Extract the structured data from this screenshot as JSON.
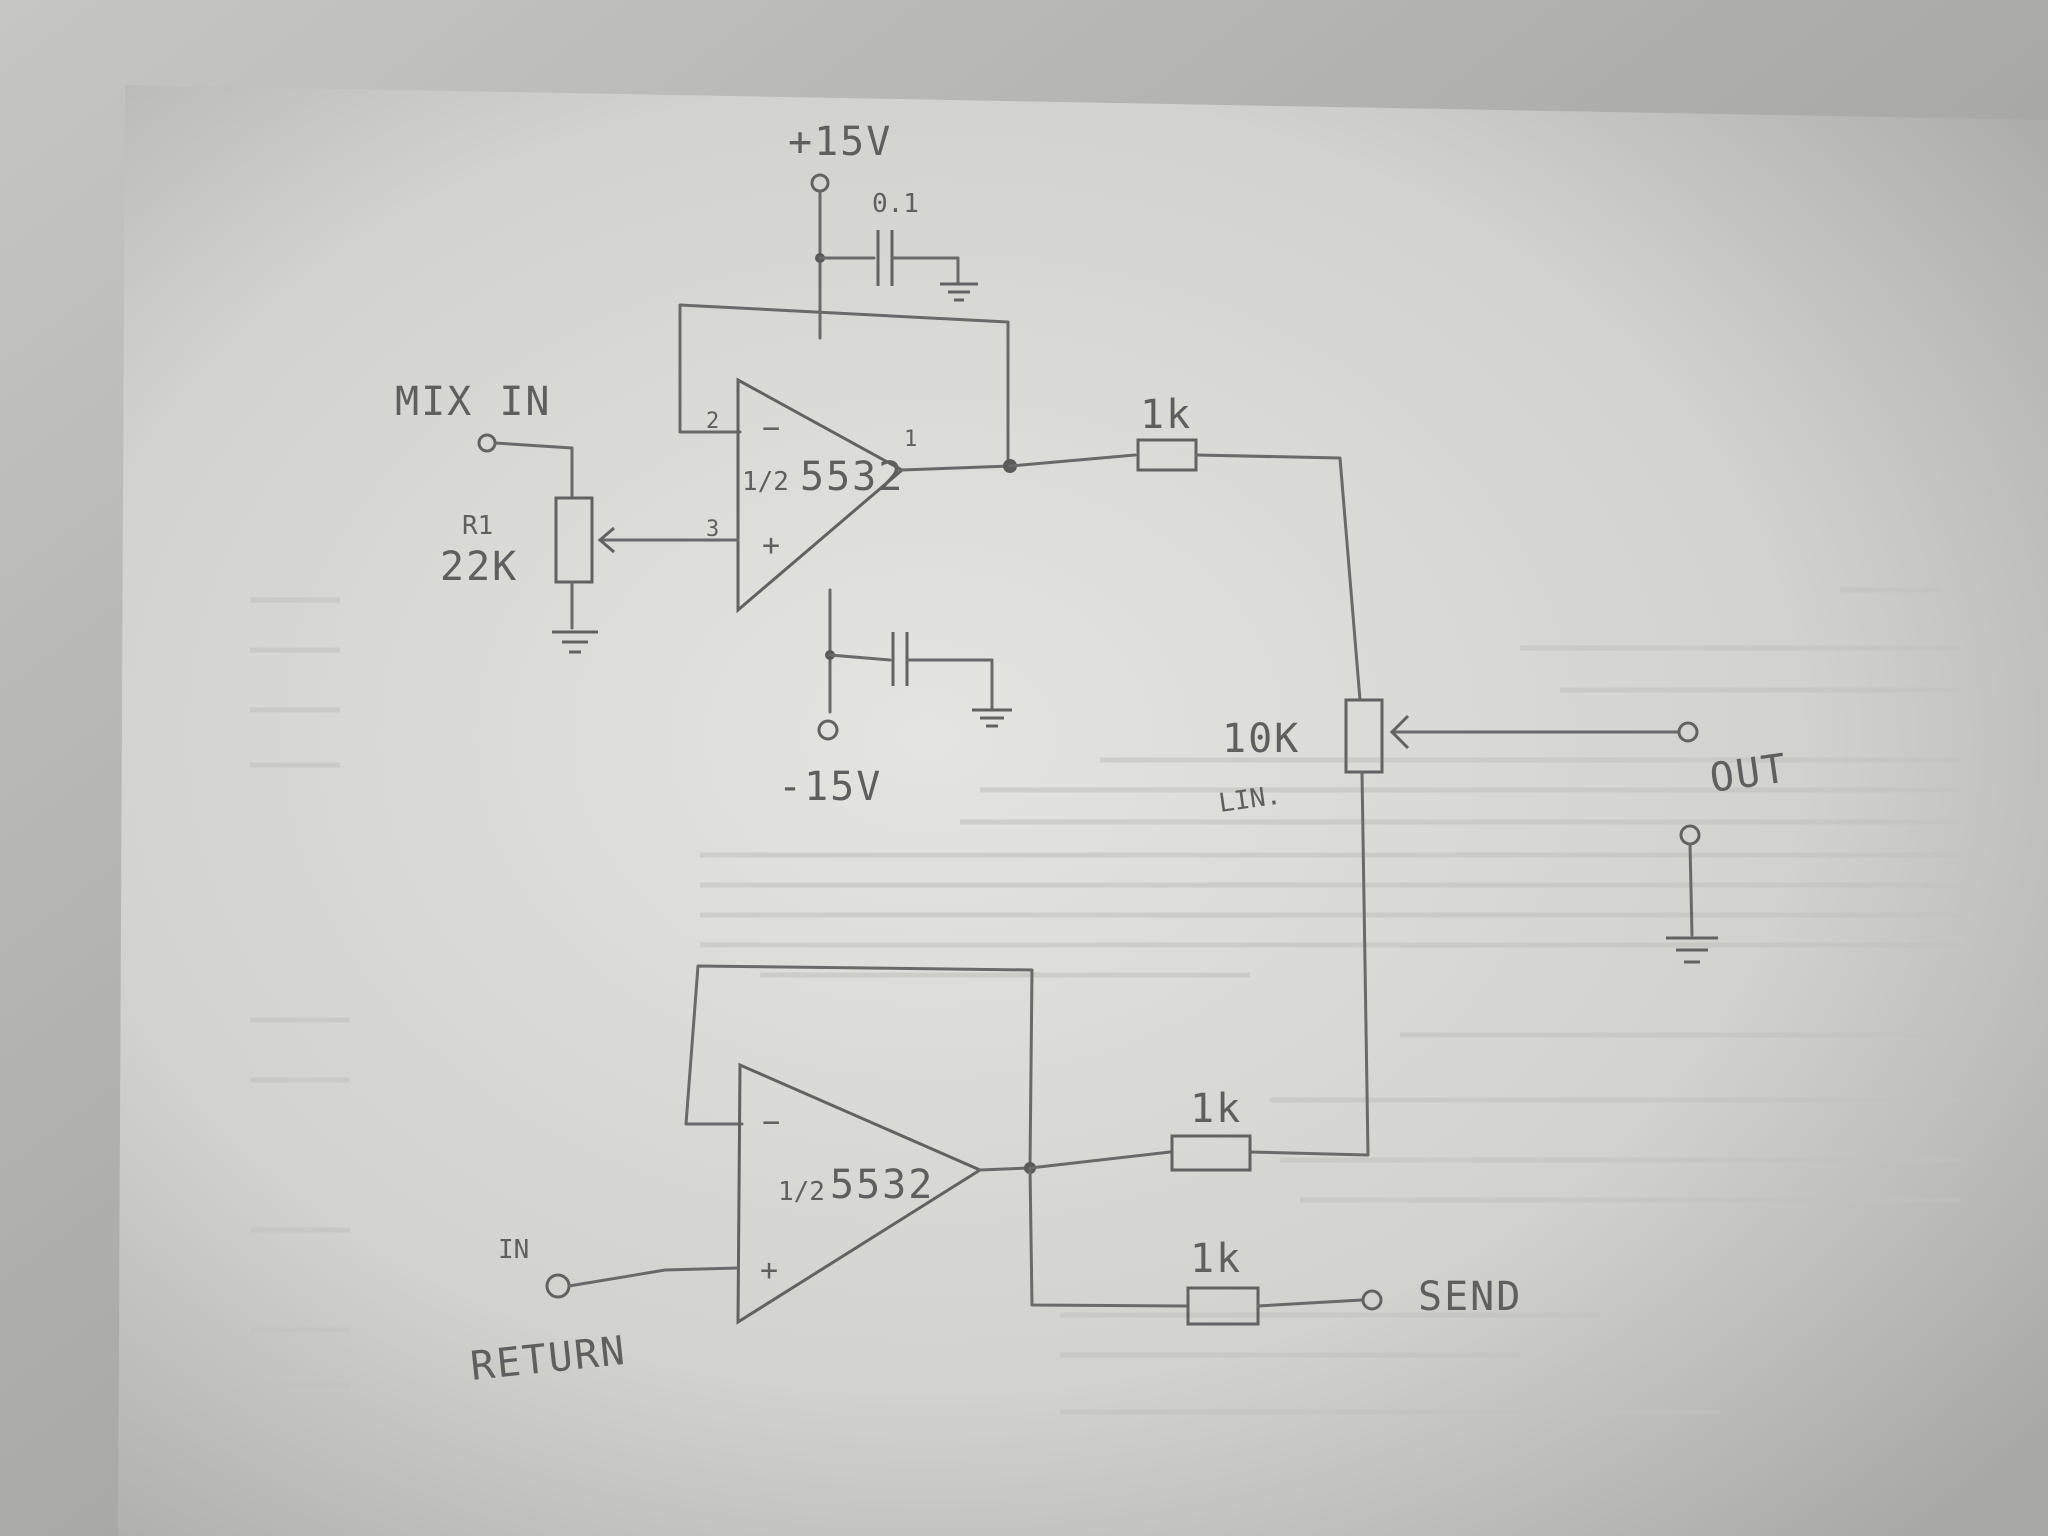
{
  "labels": {
    "plus15v": "+15V",
    "minus15v": "-15V",
    "cap_value": "0.1",
    "mix_in": "MIX IN",
    "pot_ref": "R1",
    "pot_value": "22K",
    "opamp_top_frac": "1/2",
    "opamp_top_part": "5532",
    "opamp_bottom_frac": "1/2",
    "opamp_bottom_part": "5532",
    "pin_2": "2",
    "pin_3": "3",
    "pin_1": "1",
    "res_top": "1k",
    "res_mid": "1k",
    "res_send": "1k",
    "pot_out_value": "10K",
    "pot_out_taper": "LIN.",
    "out": "OUT",
    "in": "IN",
    "return": "RETURN",
    "send": "SEND",
    "minus_sign": "−",
    "plus_sign": "+"
  },
  "colors": {
    "paper": "#d9d9d5",
    "pencil": "#646464",
    "background": "#9c9c98"
  }
}
